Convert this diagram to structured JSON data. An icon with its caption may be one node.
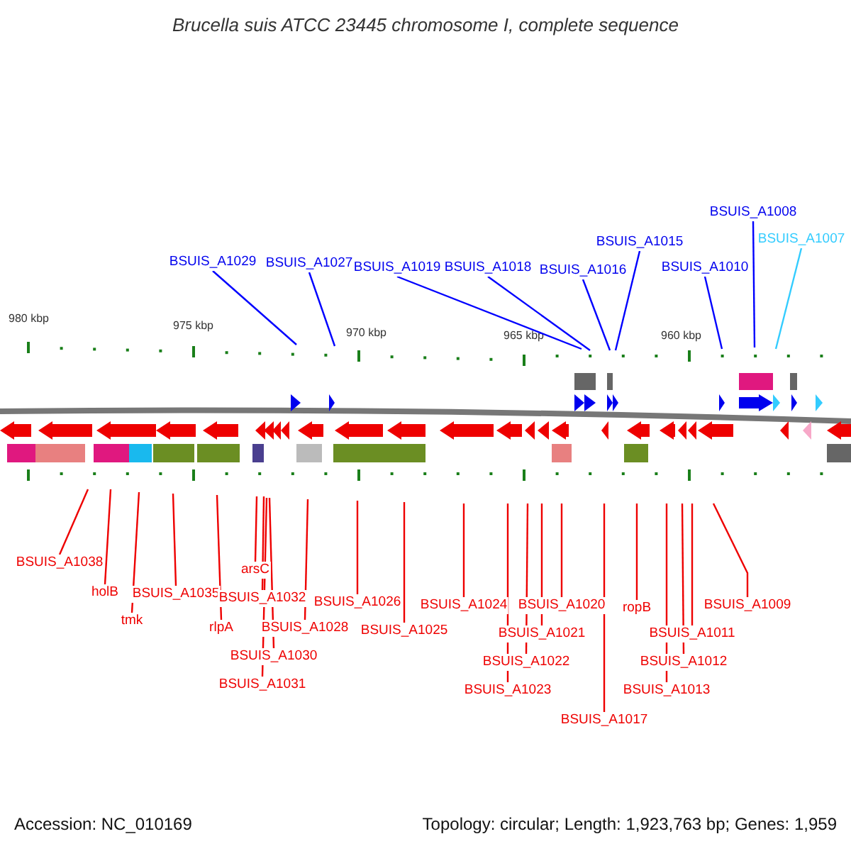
{
  "diagram": {
    "title": "Brucella suis ATCC 23445 chromosome I, complete sequence",
    "nodes": [
      {
        "text": [
          "BSUIS_A1029"
        ]
      },
      {
        "text": [
          "BSUIS_A1027"
        ]
      },
      {
        "text": [
          "BSUIS_A1019"
        ]
      },
      {
        "text": [
          "BSUIS_A1018"
        ]
      },
      {
        "text": [
          "BSUIS_A1016"
        ]
      },
      {
        "text": [
          "BSUIS_A1015"
        ]
      },
      {
        "text": [
          "BSUIS_A1010"
        ]
      },
      {
        "text": [
          "BSUIS_A1008"
        ]
      },
      {
        "text": [
          "BSUIS_A1007"
        ]
      },
      {
        "text": [
          "BSUIS_A1038"
        ]
      },
      {
        "text": [
          "holB"
        ]
      },
      {
        "text": [
          "tmk"
        ]
      },
      {
        "text": [
          "BSUIS_A1035"
        ]
      },
      {
        "text": [
          "rlpA"
        ]
      },
      {
        "text": [
          "arsC"
        ]
      },
      {
        "text": [
          "BSUIS_A1032"
        ]
      },
      {
        "text": [
          "BSUIS_A1031"
        ]
      },
      {
        "text": [
          "BSUIS_A1030"
        ]
      },
      {
        "text": [
          "BSUIS_A1028"
        ]
      },
      {
        "text": [
          "BSUIS_A1026"
        ]
      },
      {
        "text": [
          "BSUIS_A1025"
        ]
      },
      {
        "text": [
          "BSUIS_A1024"
        ]
      },
      {
        "text": [
          "BSUIS_A1023"
        ]
      },
      {
        "text": [
          "BSUIS_A1022"
        ]
      },
      {
        "text": [
          "BSUIS_A1021"
        ]
      },
      {
        "text": [
          "BSUIS_A1020"
        ]
      },
      {
        "text": [
          "BSUIS_A1017"
        ]
      },
      {
        "text": [
          "ropB"
        ]
      },
      {
        "text": [
          "BSUIS_A1013"
        ]
      },
      {
        "text": [
          "BSUIS_A1012"
        ]
      },
      {
        "text": [
          "BSUIS_A1011"
        ]
      },
      {
        "text": [
          "BSUIS_A1009"
        ]
      }
    ],
    "edges": [
      {
        "from": 0,
        "to": null,
        "arrow": "none",
        "color": "#0000ff"
      },
      {
        "from": 1,
        "to": null,
        "arrow": "none",
        "color": "#0000ff"
      },
      {
        "from": 2,
        "to": null,
        "arrow": "none",
        "color": "#0000ff"
      },
      {
        "from": 3,
        "to": null,
        "arrow": "none",
        "color": "#0000ff"
      },
      {
        "from": 4,
        "to": null,
        "arrow": "none",
        "color": "#0000ff"
      },
      {
        "from": 5,
        "to": null,
        "arrow": "none",
        "color": "#0000ff"
      },
      {
        "from": 6,
        "to": null,
        "arrow": "none",
        "color": "#0000ff"
      },
      {
        "from": 7,
        "to": null,
        "arrow": "none",
        "color": "#0000ff"
      },
      {
        "from": 8,
        "to": null,
        "arrow": "none",
        "color": "#33ccff"
      },
      {
        "from": 9,
        "to": null,
        "arrow": "none"
      },
      {
        "from": 10,
        "to": null,
        "arrow": "none"
      },
      {
        "from": 11,
        "to": null,
        "arrow": "none"
      },
      {
        "from": 12,
        "to": null,
        "arrow": "none"
      },
      {
        "from": 13,
        "to": null,
        "arrow": "none"
      },
      {
        "from": 14,
        "to": null,
        "arrow": "none"
      },
      {
        "from": 15,
        "to": null,
        "arrow": "none"
      },
      {
        "from": 16,
        "to": null,
        "arrow": "none"
      },
      {
        "from": 17,
        "to": null,
        "arrow": "none"
      },
      {
        "from": 18,
        "to": null,
        "arrow": "none"
      },
      {
        "from": 19,
        "to": null,
        "arrow": "none"
      },
      {
        "from": 20,
        "to": null,
        "arrow": "none"
      },
      {
        "from": 21,
        "to": null,
        "arrow": "none"
      },
      {
        "from": 22,
        "to": null,
        "arrow": "none"
      },
      {
        "from": 23,
        "to": null,
        "arrow": "none"
      },
      {
        "from": 24,
        "to": null,
        "arrow": "none"
      },
      {
        "from": 25,
        "to": null,
        "arrow": "none"
      },
      {
        "from": 26,
        "to": null,
        "arrow": "none"
      },
      {
        "from": 27,
        "to": null,
        "arrow": "none"
      },
      {
        "from": 28,
        "to": null,
        "arrow": "none"
      },
      {
        "from": 29,
        "to": null,
        "arrow": "none"
      },
      {
        "from": 30,
        "to": null,
        "arrow": "none"
      },
      {
        "from": 31,
        "to": null,
        "arrow": "none"
      }
    ],
    "labels": [
      "980 kbp",
      "975 kbp",
      "970 kbp",
      "965 kbp",
      "960 kbp",
      "Accession: NC_010169",
      "Topology: circular; Length: 1,923,763 bp; Genes: 1,959"
    ]
  }
}
